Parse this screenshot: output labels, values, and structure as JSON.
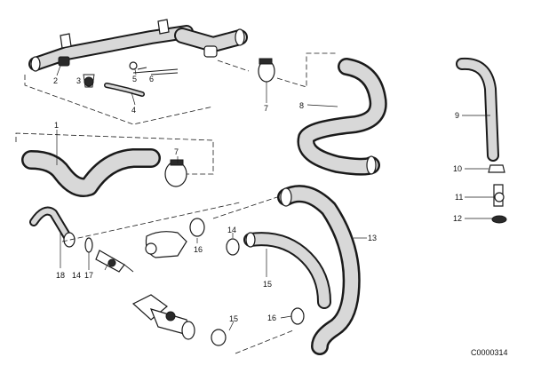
{
  "diagram": {
    "image_code": "C0000314",
    "callouts": [
      {
        "id": "c1",
        "label": "1"
      },
      {
        "id": "c2",
        "label": "2"
      },
      {
        "id": "c3",
        "label": "3"
      },
      {
        "id": "c4",
        "label": "4"
      },
      {
        "id": "c5",
        "label": "5"
      },
      {
        "id": "c6",
        "label": "6"
      },
      {
        "id": "c7a",
        "label": "7"
      },
      {
        "id": "c7b",
        "label": "7"
      },
      {
        "id": "c8",
        "label": "8"
      },
      {
        "id": "c9",
        "label": "9"
      },
      {
        "id": "c10",
        "label": "10"
      },
      {
        "id": "c11",
        "label": "11"
      },
      {
        "id": "c12",
        "label": "12"
      },
      {
        "id": "c13",
        "label": "13"
      },
      {
        "id": "c14a",
        "label": "14"
      },
      {
        "id": "c14b",
        "label": "14"
      },
      {
        "id": "c15",
        "label": "15"
      },
      {
        "id": "c16",
        "label": "16"
      },
      {
        "id": "c17",
        "label": "17"
      },
      {
        "id": "c18",
        "label": "18"
      },
      {
        "id": "c15b",
        "label": "15"
      },
      {
        "id": "c16b",
        "label": "16"
      }
    ]
  }
}
